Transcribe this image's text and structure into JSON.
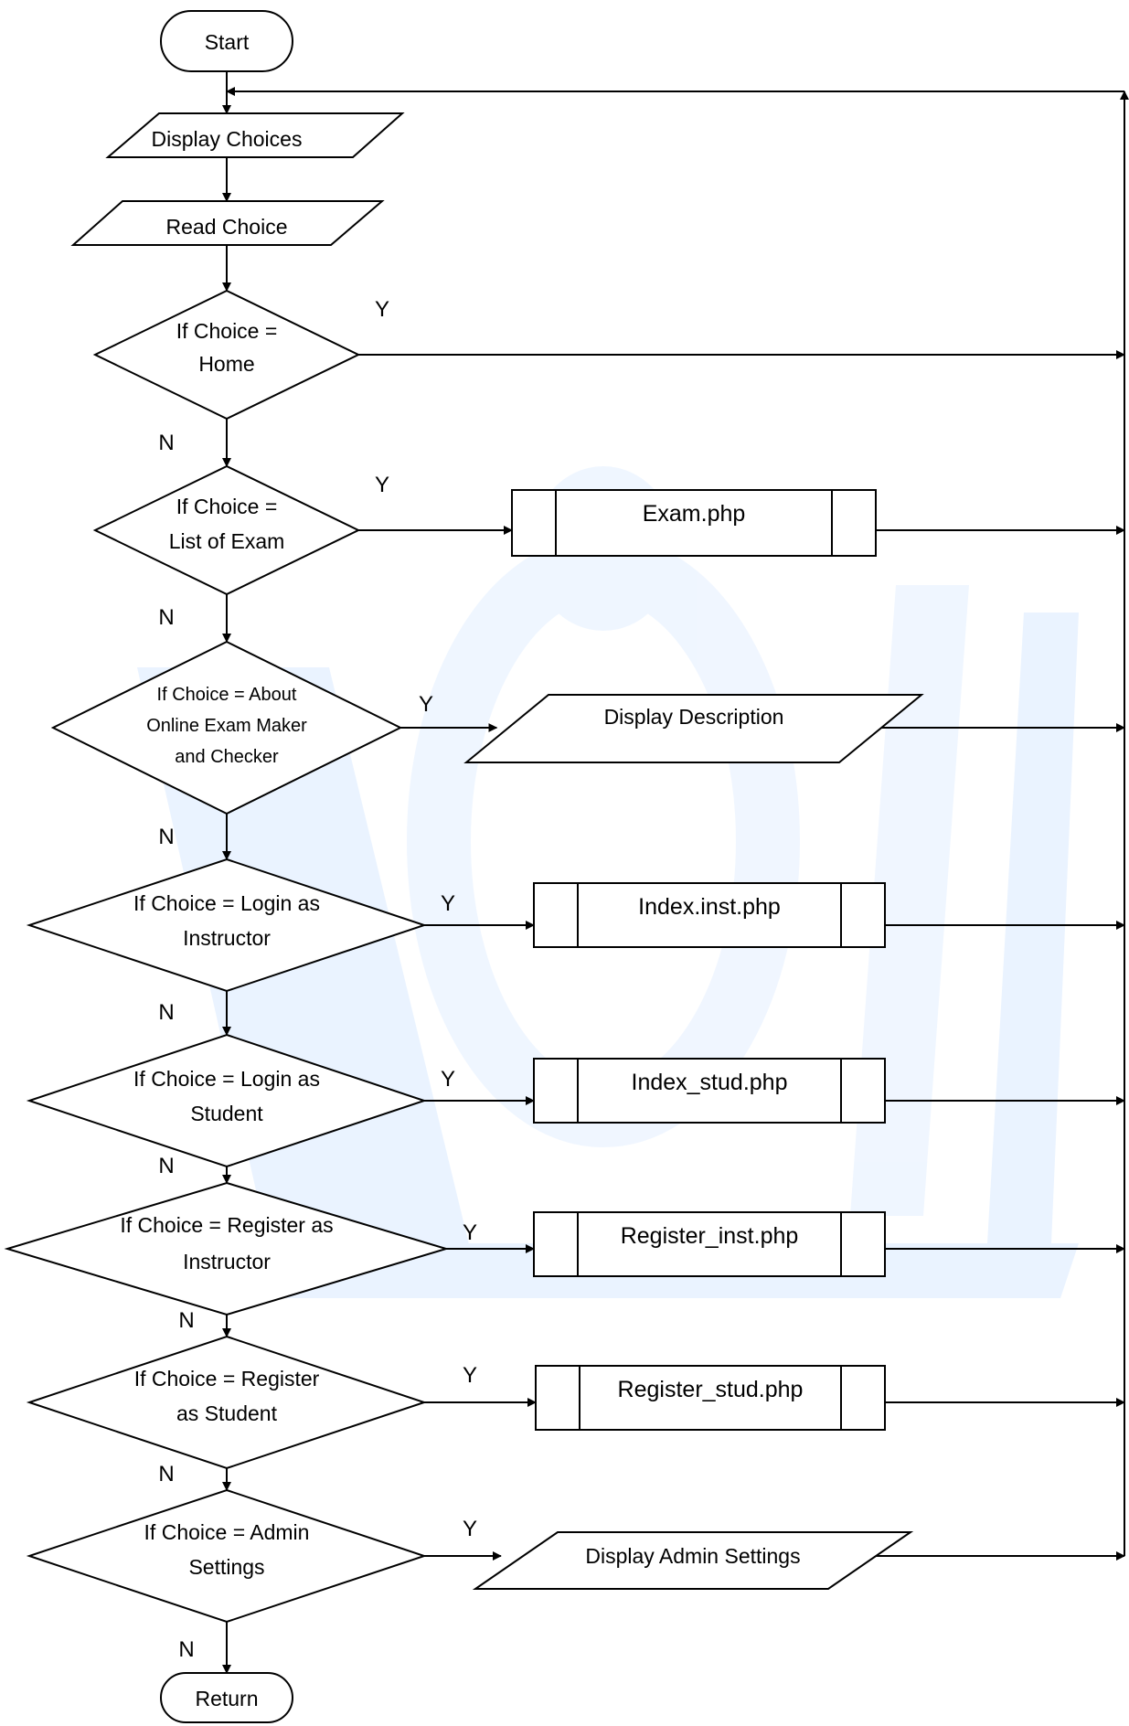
{
  "flowchart": {
    "start": "Start",
    "display_choices": "Display Choices",
    "read_choice": "Read Choice",
    "decisions": [
      {
        "lines": [
          "If Choice =",
          "Home"
        ],
        "yes": "Y",
        "no": "N",
        "target": ""
      },
      {
        "lines": [
          "If Choice =",
          "List of Exam"
        ],
        "yes": "Y",
        "no": "N",
        "target": "Exam.php"
      },
      {
        "lines": [
          "If Choice = About",
          "Online Exam Maker",
          "and Checker"
        ],
        "yes": "Y",
        "no": "N",
        "target": "Display Description"
      },
      {
        "lines": [
          "If Choice = Login as",
          "Instructor"
        ],
        "yes": "Y",
        "no": "N",
        "target": "Index.inst.php"
      },
      {
        "lines": [
          "If Choice = Login as",
          "Student"
        ],
        "yes": "Y",
        "no": "N",
        "target": "Index_stud.php"
      },
      {
        "lines": [
          "If Choice = Register as",
          "Instructor"
        ],
        "yes": "Y",
        "no": "N",
        "target": "Register_inst.php"
      },
      {
        "lines": [
          "If Choice = Register",
          "as Student"
        ],
        "yes": "Y",
        "no": "N",
        "target": "Register_stud.php"
      },
      {
        "lines": [
          "If Choice = Admin",
          "Settings"
        ],
        "yes": "Y",
        "no": "N",
        "target": "Display Admin Settings"
      }
    ],
    "end": "Return"
  },
  "colors": {
    "watermark": "#cfe4ff",
    "watermark_dark": "#b9d6f5"
  }
}
